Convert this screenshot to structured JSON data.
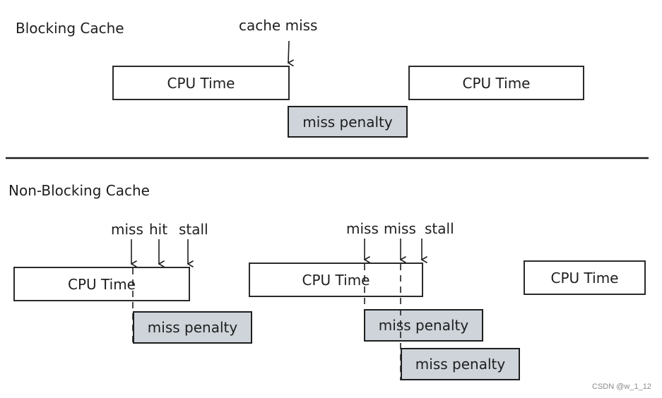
{
  "blocking": {
    "title": "Blocking Cache",
    "cache_miss_label": "cache miss",
    "cpu_time_1": "CPU Time",
    "cpu_time_2": "CPU Time",
    "miss_penalty": "miss penalty"
  },
  "non_blocking": {
    "title": "Non-Blocking Cache",
    "group1": {
      "miss_label": "miss",
      "hit_label": "hit",
      "stall_label": "stall",
      "cpu_time": "CPU Time",
      "miss_penalty": "miss penalty"
    },
    "group2": {
      "miss_label_1": "miss",
      "miss_label_2": "miss",
      "stall_label": "stall",
      "cpu_time": "CPU Time",
      "miss_penalty_1": "miss penalty",
      "miss_penalty_2": "miss penalty"
    },
    "cpu_time_3": "CPU Time"
  },
  "watermark": "CSDN @w_1_12",
  "colors": {
    "stroke": "#2a2a2a",
    "penalty_fill": "#ced4da",
    "background": "#ffffff"
  }
}
